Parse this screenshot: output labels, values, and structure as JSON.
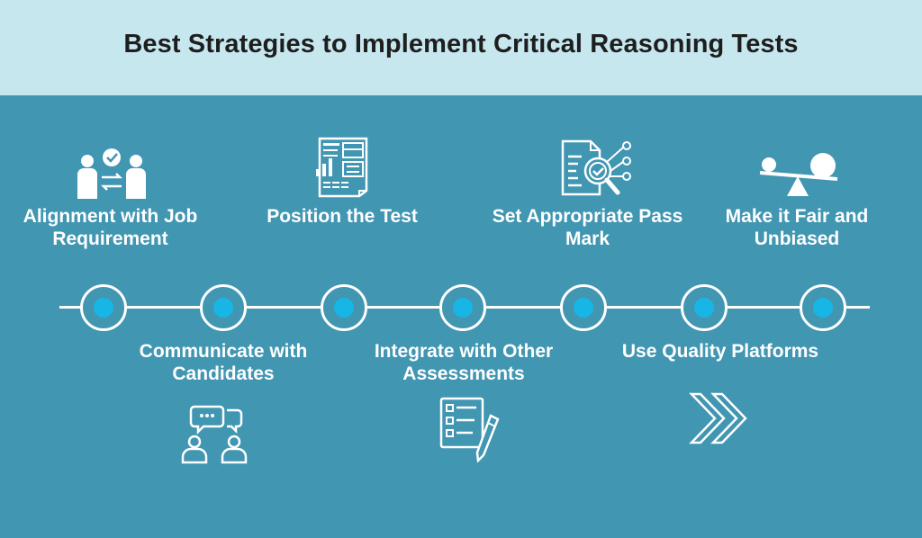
{
  "title": "Best Strategies to Implement Critical Reasoning Tests",
  "colors": {
    "header_bg": "#c7e7ef",
    "body_bg": "#4196b2",
    "node_dot": "#18b6e6",
    "text_light": "#ffffff",
    "title_text": "#1e1e1e"
  },
  "top_steps": [
    {
      "line1": "Alignment with Job",
      "line2": "Requirement",
      "icon": "team-alignment-icon"
    },
    {
      "line1": "Position the Test",
      "line2": "",
      "icon": "report-document-icon"
    },
    {
      "line1": "Set Appropriate Pass",
      "line2": "Mark",
      "icon": "document-magnifier-icon"
    },
    {
      "line1": "Make it Fair and",
      "line2": "Unbiased",
      "icon": "seesaw-balance-icon"
    }
  ],
  "bottom_steps": [
    {
      "line1": "Communicate with",
      "line2": "Candidates",
      "icon": "chat-people-icon"
    },
    {
      "line1": "Integrate with Other",
      "line2": "Assessments",
      "icon": "checklist-pencil-icon"
    },
    {
      "line1": "Use Quality Platforms",
      "line2": "",
      "icon": "double-chevron-icon"
    }
  ]
}
